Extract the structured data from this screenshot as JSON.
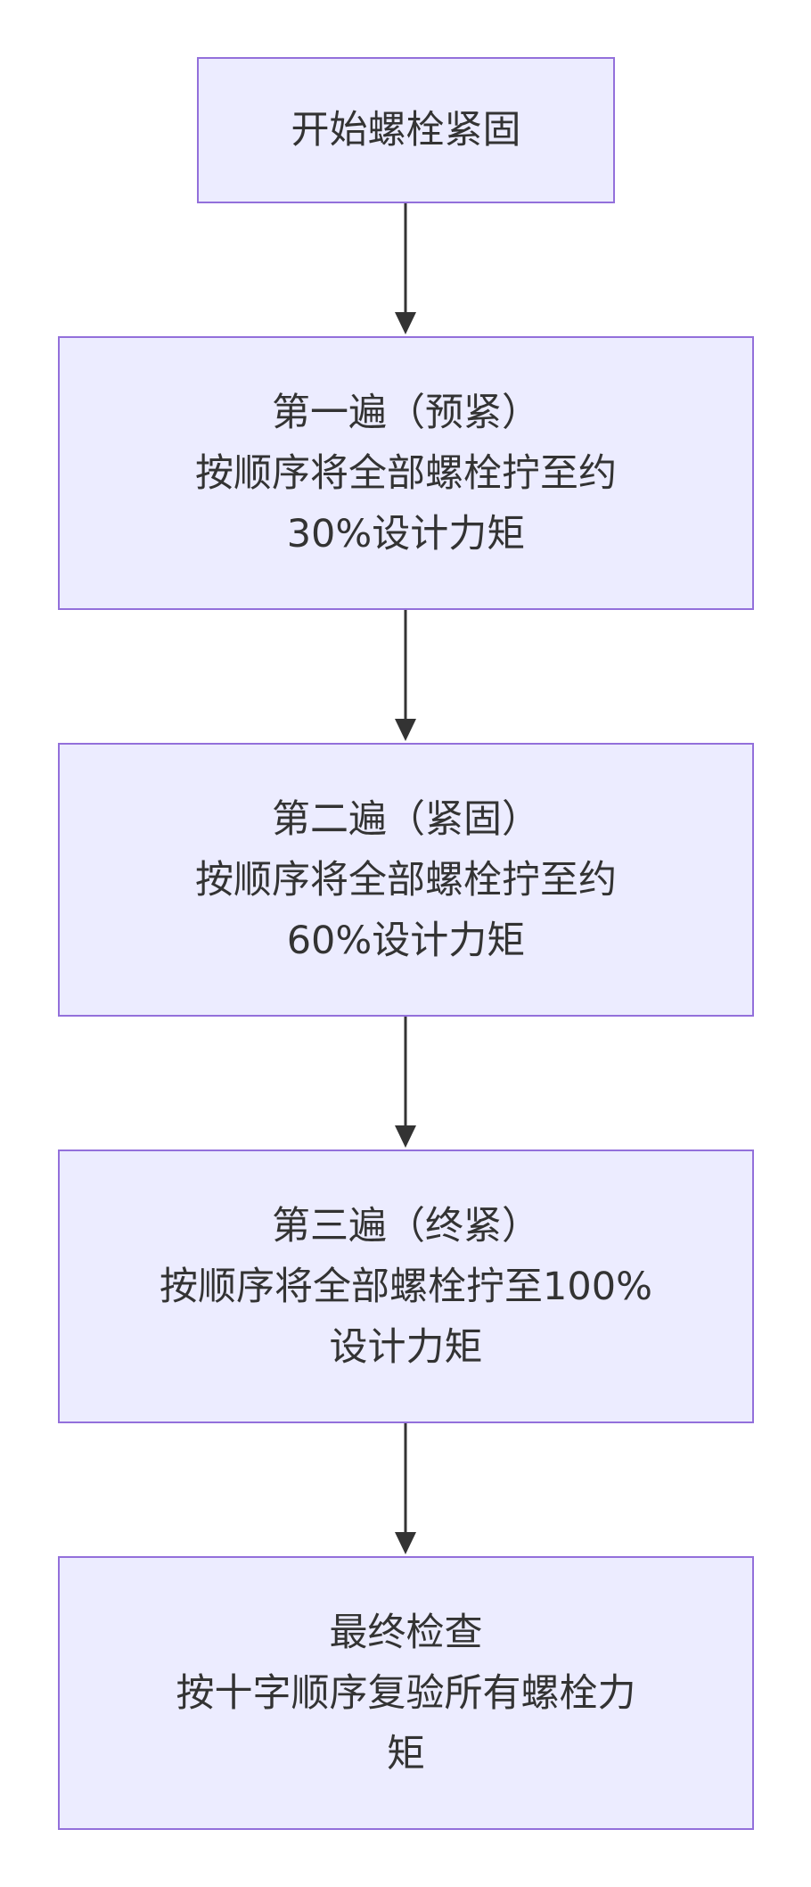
{
  "diagram": {
    "type": "flowchart",
    "colors": {
      "node_fill": "#ECECFF",
      "node_border": "#9370DB",
      "text": "#333333",
      "edge": "#333333"
    },
    "nodes": [
      {
        "id": "start",
        "lines": [
          "开始螺栓紧固"
        ]
      },
      {
        "id": "pass1",
        "lines": [
          "第一遍（预紧）",
          "按顺序将全部螺栓拧至约",
          "30%设计力矩"
        ]
      },
      {
        "id": "pass2",
        "lines": [
          "第二遍（紧固）",
          "按顺序将全部螺栓拧至约",
          "60%设计力矩"
        ]
      },
      {
        "id": "pass3",
        "lines": [
          "第三遍（终紧）",
          "按顺序将全部螺栓拧至100%",
          "设计力矩"
        ]
      },
      {
        "id": "final",
        "lines": [
          "最终检查",
          "按十字顺序复验所有螺栓力",
          "矩"
        ]
      }
    ],
    "edges": [
      {
        "from": "start",
        "to": "pass1"
      },
      {
        "from": "pass1",
        "to": "pass2"
      },
      {
        "from": "pass2",
        "to": "pass3"
      },
      {
        "from": "pass3",
        "to": "final"
      }
    ]
  }
}
